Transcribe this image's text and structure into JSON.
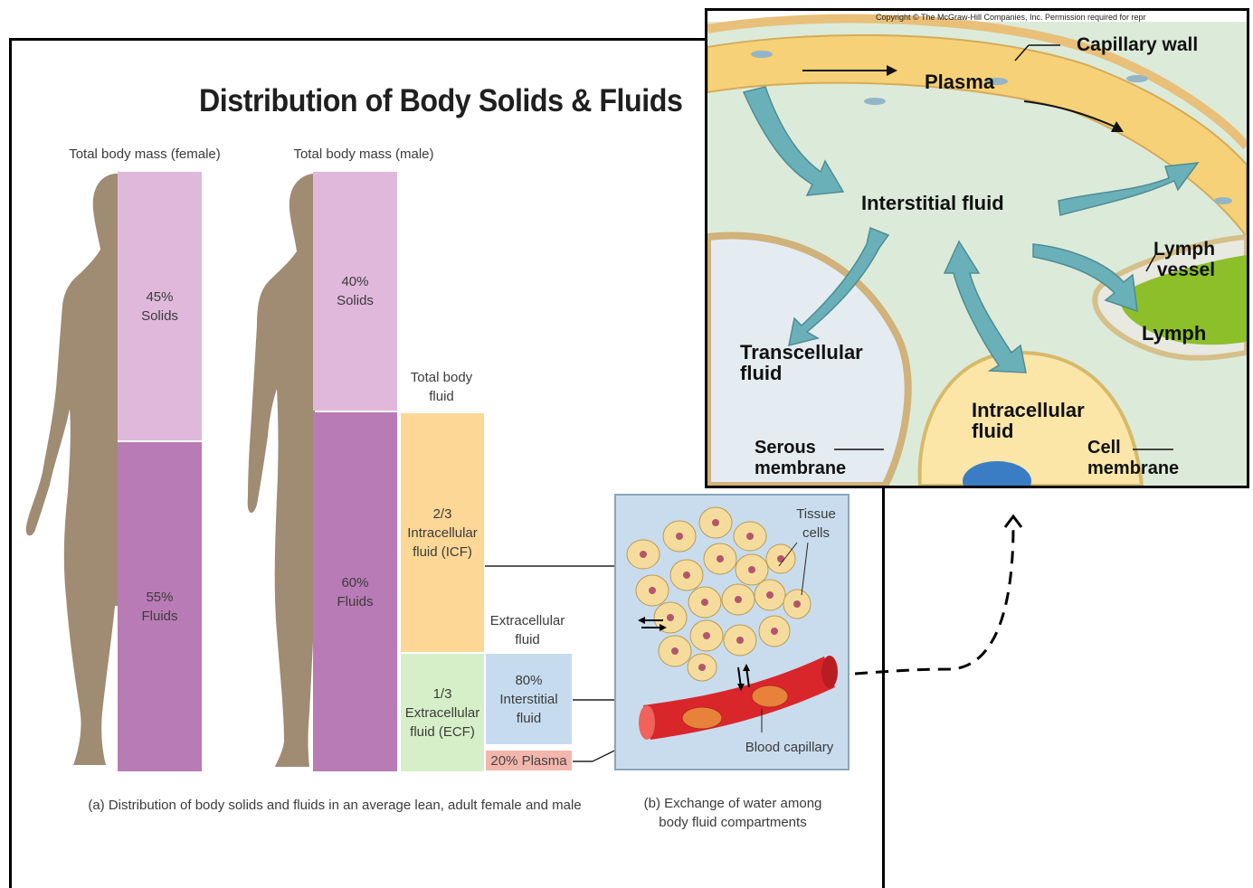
{
  "title": "Distribution of Body Solids & Fluids",
  "female": {
    "heading": "Total body mass (female)",
    "solids": {
      "pct": "45%",
      "label": "Solids"
    },
    "fluids": {
      "pct": "55%",
      "label": "Fluids"
    }
  },
  "male": {
    "heading": "Total body mass (male)",
    "solids": {
      "pct": "40%",
      "label": "Solids"
    },
    "fluids": {
      "pct": "60%",
      "label": "Fluids"
    }
  },
  "total_fluid": {
    "heading_line1": "Total body",
    "heading_line2": "fluid",
    "icf": {
      "line1": "2/3",
      "line2": "Intracellular",
      "line3": "fluid (ICF)"
    },
    "ecf": {
      "line1": "1/3",
      "line2": "Extracellular",
      "line3": "fluid (ECF)"
    }
  },
  "extracellular": {
    "heading_line1": "Extracellular",
    "heading_line2": "fluid",
    "interstitial": {
      "line1": "80%",
      "line2": "Interstitial",
      "line3": "fluid"
    },
    "plasma": "20% Plasma"
  },
  "exchange_panel": {
    "tissue_line1": "Tissue",
    "tissue_line2": "cells",
    "capillary": "Blood capillary"
  },
  "captions": {
    "a": "(a) Distribution of body solids and fluids in an average lean, adult female and male",
    "b_line1": "(b) Exchange of water among",
    "b_line2": "body fluid compartments"
  },
  "inset": {
    "copyright": "Copyright © The McGraw-Hill Companies, Inc. Permission required for repr",
    "capillary_wall": "Capillary wall",
    "plasma": "Plasma",
    "interstitial": "Interstitial fluid",
    "lymph_vessel_line1": "Lymph",
    "lymph_vessel_line2": "vessel",
    "lymph": "Lymph",
    "transcellular_line1": "Transcellular",
    "transcellular_line2": "fluid",
    "intracellular_line1": "Intracellular",
    "intracellular_line2": "fluid",
    "serous_line1": "Serous",
    "serous_line2": "membrane",
    "cell_membrane_line1": "Cell",
    "cell_membrane_line2": "membrane"
  },
  "colors": {
    "silhouette": "#a08b73",
    "solids": "#dfb8dc",
    "fluids": "#b97bb6",
    "icf": "#fdd796",
    "ecf": "#d6efc8",
    "interstitial": "#c6dcee",
    "plasma": "#f3b6ad",
    "capillary": "#d9262b",
    "inset_plasma": "#f6d178",
    "inset_arrow": "#6ab0b8",
    "lymph": "#8cbf2a"
  }
}
